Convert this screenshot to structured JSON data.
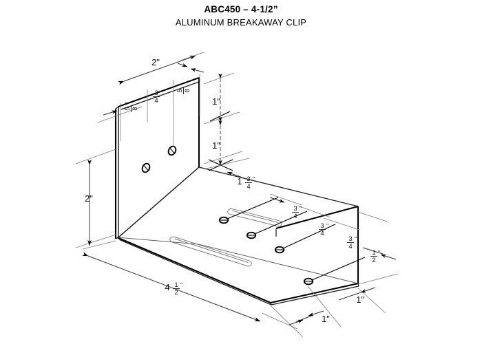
{
  "document": {
    "title_line1": "ABC450 – 4-1/2”",
    "title_line2": "ALUMINUM BREAKAWAY CLIP",
    "background_color": "#ffffff",
    "line_color": "#000000",
    "part_name": "Aluminum Breakaway Clip",
    "part_number": "ABC450",
    "view_type": "isometric",
    "footer_note": ""
  },
  "dimensions": {
    "flange_width": {
      "label": "2\"",
      "whole": "2",
      "unit": "\""
    },
    "flange_height": {
      "label": "2\"",
      "whole": "2",
      "unit": "\""
    },
    "base_length": {
      "whole": "4",
      "numerator": "1",
      "denominator": "2",
      "unit": "\"",
      "label": "4 1/2\""
    },
    "edge_left": {
      "numerator": "5",
      "denominator": "8",
      "unit": "\"",
      "label": "5/8\""
    },
    "edge_right": {
      "numerator": "5",
      "denominator": "8",
      "unit": "\"",
      "label": "5/8\""
    },
    "hole_spacing_top": {
      "numerator": "3",
      "denominator": "4",
      "unit": "\"",
      "label": "3/4\""
    },
    "vertical_upper": {
      "label": "1\"",
      "whole": "1",
      "unit": "\""
    },
    "vertical_lower": {
      "label": "1\"",
      "whole": "1",
      "unit": "\""
    },
    "base_offset": {
      "whole": "1",
      "numerator": "3",
      "denominator": "4",
      "unit": "\"",
      "label": "1 3/4\""
    },
    "base_hole_1": {
      "numerator": "3",
      "denominator": "4",
      "unit": "\"",
      "label": "3/4\""
    },
    "base_hole_2": {
      "numerator": "3",
      "denominator": "4",
      "unit": "\"",
      "label": "3/4\""
    },
    "base_hole_3": {
      "numerator": "3",
      "denominator": "4",
      "unit": "\"",
      "label": "3/4\""
    },
    "base_edge": {
      "numerator": "1",
      "denominator": "2",
      "unit": "\"",
      "label": "1/2\""
    },
    "bottom_right_1": {
      "label": "1\"",
      "whole": "1",
      "unit": "\""
    },
    "bottom_right_2": {
      "label": "1\"",
      "whole": "1",
      "unit": "\""
    }
  },
  "features": {
    "flange_holes_count": 2,
    "base_slots_count": 2,
    "base_holes_count": 4,
    "hole_shape": "round",
    "slot_shape": "obround"
  }
}
